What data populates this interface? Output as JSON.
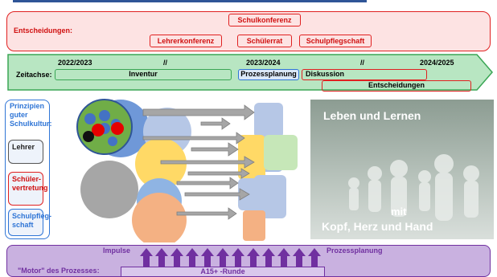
{
  "decisions": {
    "label": "Entscheidungen:",
    "items": [
      "Schulkonferenz",
      "Lehrerkonferenz",
      "Schülerrat",
      "Schulpflegschaft"
    ]
  },
  "timeline": {
    "label": "Zeitachse:",
    "years": [
      "2022/2023",
      "//",
      "2023/2024",
      "//",
      "2024/2025"
    ],
    "phases": [
      "Inventur",
      "Prozessplanung",
      "Diskussion",
      "Entscheidungen"
    ]
  },
  "principles": {
    "title": "Prinzipien guter Schulkultur:",
    "groups": [
      "Lehrer",
      "Schüler-vertretung",
      "Schulpfleg-schaft"
    ]
  },
  "photo": {
    "line1": "Leben und Lernen",
    "line2": "mit",
    "line3": "Kopf, Herz und Hand"
  },
  "motor": {
    "impulse": "Impulse",
    "planning": "Prozessplanung",
    "label": "\"Motor\" des Prozesses:",
    "round": "A15+ -Runde"
  },
  "colors": {
    "red": "#e02020",
    "green_fill": "#b8e6c2",
    "blue": "#2f75d6",
    "purple": "#c9b1e0"
  }
}
